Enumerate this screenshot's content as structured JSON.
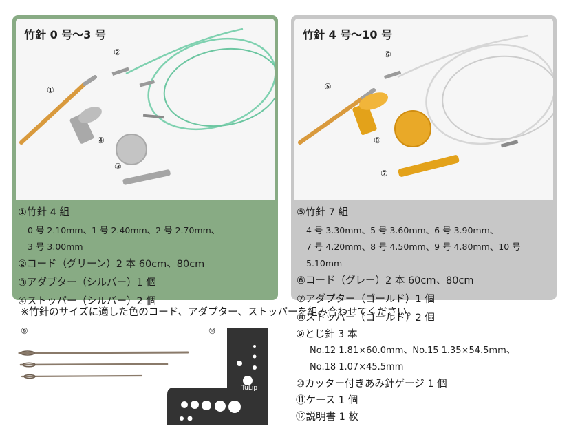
{
  "left": {
    "title": "竹針 0 号〜3 号",
    "labels": [
      "①",
      "②",
      "③",
      "④"
    ],
    "items": [
      "①竹針 4 組",
      "0 号 2.10mm、1 号 2.40mm、2 号 2.70mm、",
      "3 号 3.00mm",
      "②コード（グリーン）2 本 60cm、80cm",
      "③アダプター（シルバー）1 個",
      "④ストッパー（シルバー）2 個"
    ],
    "color": "#88ab84"
  },
  "right": {
    "title": "竹針 4 号〜10 号",
    "labels": [
      "⑤",
      "⑥",
      "⑦",
      "⑧"
    ],
    "items": [
      "⑤竹針 7 組",
      "4 号 3.30mm、5 号 3.60mm、6 号 3.90mm、",
      "7 号 4.20mm、8 号 4.50mm、9 号 4.80mm、10 号 5.10mm",
      "⑥コード（グレー）2 本 60cm、80cm",
      "⑦アダプター（ゴールド）1 個",
      "⑧ストッパー（ゴールド）2 個"
    ],
    "color": "#c7c7c7"
  },
  "note": "※竹針のサイズに適した色のコード、アダプター、ストッパーを組み合わせてください。",
  "bottom": {
    "labels": [
      "⑨",
      "⑩"
    ],
    "gauge_text": "TuLip",
    "items": [
      "⑨とじ針 3 本",
      "No.12 1.81×60.0mm、No.15 1.35×54.5mm、",
      "No.18 1.07×45.5mm",
      "⑩カッター付きあみ針ゲージ 1 個",
      "⑪ケース 1 個",
      "⑫説明書 1 枚"
    ]
  }
}
